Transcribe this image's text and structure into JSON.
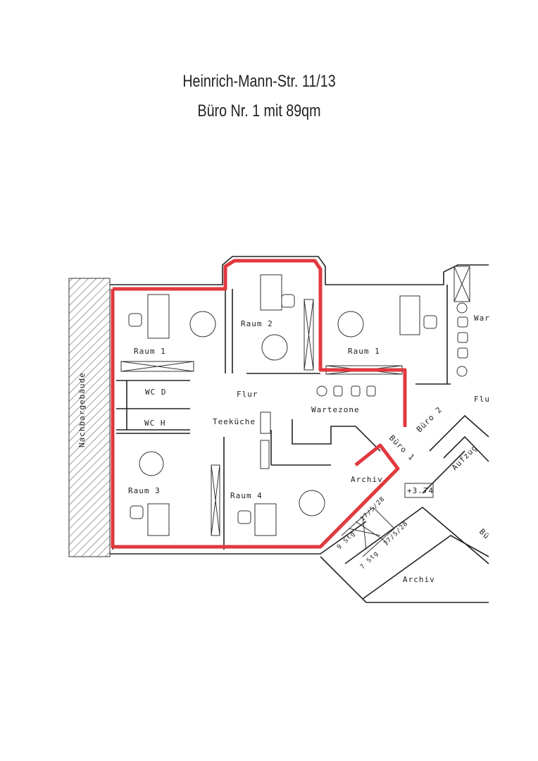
{
  "header": {
    "address": "Heinrich-Mann-Str. 11/13",
    "subtitle": "Büro Nr. 1 mit 89qm"
  },
  "plan": {
    "highlight_color": "#e0393e",
    "neighbour_building": "Nachbargebäude",
    "rooms": {
      "raum1_left": "Raum 1",
      "raum2": "Raum 2",
      "raum1_right": "Raum 1",
      "wc_d": "WC D",
      "wc_h": "WC H",
      "flur": "Flur",
      "teekueche": "Teeküche",
      "wartezone": "Wartezone",
      "buero2": "Büro 2",
      "buero1": "Büro 1",
      "archiv": "Archiv",
      "raum3": "Raum 3",
      "raum4": "Raum 4",
      "aufzug": "Aufzug",
      "archiv2": "Archiv",
      "flur_partial": "Flu",
      "warte_partial": "War",
      "buero_partial": "Bü"
    },
    "level": "+3.74",
    "stairs": {
      "upper_count": "9 Stg",
      "upper_ratio": "17/5/28",
      "lower_count": "7 Stg",
      "lower_ratio": "17/5/28"
    }
  }
}
